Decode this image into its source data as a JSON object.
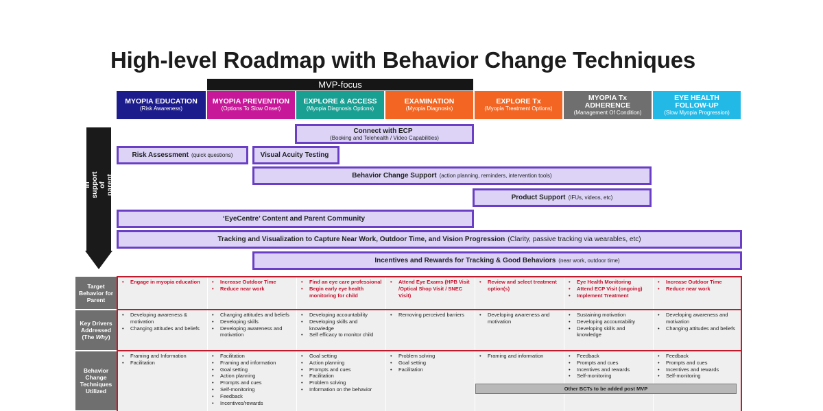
{
  "title": "High-level Roadmap with Behavior Change Techniques",
  "mvp_label": "MVP-focus",
  "phases": [
    {
      "label": "MYOPIA EDUCATION",
      "sub": "(Risk Awareness)",
      "color": "#1c1c8c"
    },
    {
      "label": "MYOPIA PREVENTION",
      "sub": "(Options To Slow Onset)",
      "color": "#c8189a"
    },
    {
      "label": "EXPLORE & ACCESS",
      "sub": "(Myopia Diagnosis Options)",
      "color": "#1a9f93"
    },
    {
      "label": "EXAMINATION",
      "sub": "(Myopia Diagnosis)",
      "color": "#f26522"
    },
    {
      "label": "EXPLORE Tx",
      "sub": "(Myopia Treatment Options)",
      "color": "#f26522"
    },
    {
      "label": "MYOPIA Tx ADHERENCE",
      "sub": "(Management Of Condition)",
      "color": "#6f6f6f"
    },
    {
      "label": "EYE HEALTH FOLLOW-UP",
      "sub": "(Slow Myopia Progression)",
      "color": "#23b9e6"
    }
  ],
  "features_label": "Features in support of parent journey",
  "features": [
    {
      "label": "Connect with ECP",
      "sub": "(Booking and Telehealth / Video Capabilities)"
    },
    {
      "label": "Risk Assessment",
      "sub": "(quick questions)"
    },
    {
      "label": "Visual Acuity Testing",
      "sub": ""
    },
    {
      "label": "Behavior Change Support",
      "sub": "(action planning, reminders, intervention tools)"
    },
    {
      "label": "Product Support",
      "sub": "(IFUs, videos, etc)"
    },
    {
      "label": "‘EyeCentre’ Content and Parent Community",
      "sub": ""
    },
    {
      "label": "Tracking and Visualization to Capture Near Work, Outdoor Time, and Vision Progression",
      "sub": "(Clarity, passive tracking via wearables, etc)"
    },
    {
      "label": "Incentives and Rewards for Tracking & Good Behaviors",
      "sub": "(near work, outdoor time)"
    }
  ],
  "rows": [
    {
      "header": "Target Behavior for Parent",
      "cells": [
        [
          "Engage in myopia education"
        ],
        [
          "Increase Outdoor Time",
          "Reduce near work"
        ],
        [
          "Find an eye care professional",
          "Begin early eye health monitoring for child"
        ],
        [
          "Attend Eye Exams (HPB Visit /Optical Shop Visit / SNEC Visit)"
        ],
        [
          "Review and select treatment option(s)"
        ],
        [
          "Eye Health Monitoring",
          "Attend ECP Visit (ongoing)",
          "Implement Treatment"
        ],
        [
          "Increase Outdoor Time",
          "Reduce near work"
        ]
      ]
    },
    {
      "header_a": "Key Drivers Addressed",
      "header_b": "(The ",
      "header_c": "Why",
      "header_d": ")",
      "cells": [
        [
          "Developing awareness & motivation",
          "Changing attitudes and beliefs"
        ],
        [
          "Changing attitudes and beliefs",
          "Developing skills",
          "Developing awareness and motivation"
        ],
        [
          "Developing accountability",
          "Developing skills and knowledge",
          "Self efficacy to monitor child"
        ],
        [
          "Removing perceived barriers"
        ],
        [
          "Developing awareness and motivation"
        ],
        [
          "Sustaining motivation",
          "Developing accountability",
          "Developing skills and knowledge"
        ],
        [
          "Developing awareness and motivation",
          "Changing attitudes and beliefs"
        ]
      ]
    },
    {
      "header": "Behavior Change Techniques Utilized",
      "cells": [
        [
          "Framing and Information",
          "Facilitation"
        ],
        [
          "Facilitation",
          "Framing and information",
          "Goal setting",
          "Action planning",
          "Prompts and cues",
          "Self-monitoring",
          "Feedback",
          "Incentives/rewards"
        ],
        [
          "Goal setting",
          "Action planning",
          "Prompts and cues",
          "Facilitation",
          "Problem solving",
          "Information on the behavior"
        ],
        [
          "Problem solving",
          "Goal setting",
          "Facilitation"
        ],
        [
          "Framing and information"
        ],
        [
          "Feedback",
          "Prompts and cues",
          "Incentives and rewards",
          "Self-monitoring"
        ],
        [
          "Feedback",
          "Prompts and cues",
          "Incentives and rewards",
          "Self-monitoring"
        ]
      ]
    }
  ],
  "other_bcts": "Other BCTs to be added post MVP",
  "colors": {
    "feature_fill": "#dcd3f7",
    "feature_border": "#6a3fc6",
    "row_border": "#c01a2c",
    "target_text": "#c8102e"
  }
}
